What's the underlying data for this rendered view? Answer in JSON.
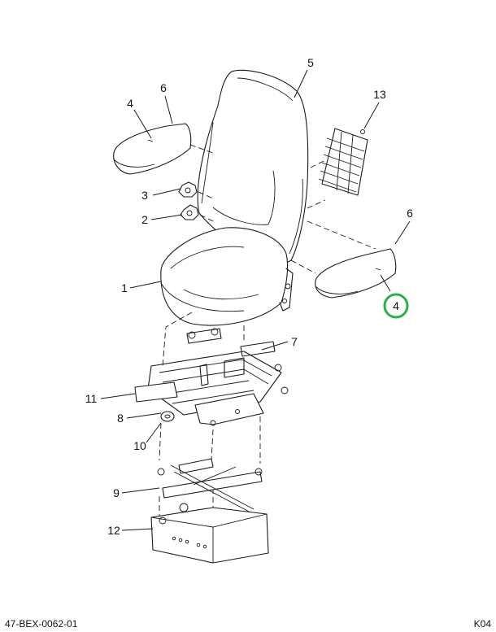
{
  "callouts": {
    "c1": "1",
    "c2": "2",
    "c3": "3",
    "c4_left": "4",
    "c4_right": "4",
    "c5": "5",
    "c6_left": "6",
    "c6_right": "6",
    "c7": "7",
    "c8": "8",
    "c9": "9",
    "c10": "10",
    "c11": "11",
    "c12": "12",
    "c13": "13"
  },
  "footer": {
    "drawing_number": "47-BEX-0062-01",
    "sheet_code": "K04"
  },
  "colors": {
    "highlight": "#2db04b",
    "line": "#1a1a1a"
  }
}
